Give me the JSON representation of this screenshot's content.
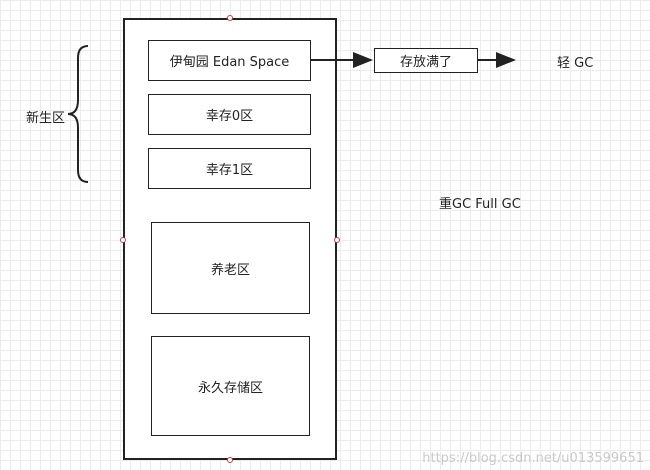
{
  "diagram": {
    "heap_regions": {
      "eden": "伊甸园 Edan Space",
      "survivor0": "幸存0区",
      "survivor1": "幸存1区",
      "old_gen": "养老区",
      "perm_gen": "永久存储区"
    },
    "young_gen_label": "新生区",
    "full_label": "存放满了",
    "minor_gc_label": "轻 GC",
    "major_gc_label": "重GC Full GC"
  },
  "watermark": "https://blog.csdn.net/u013599651"
}
